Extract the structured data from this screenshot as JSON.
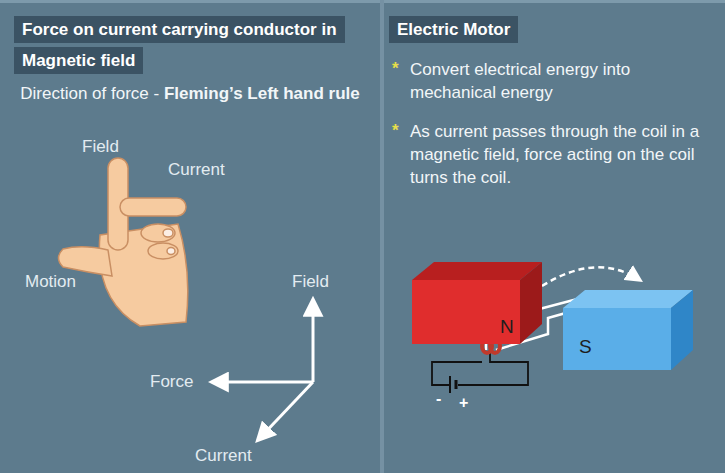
{
  "diagram": {
    "nodes": [
      {
        "text": [
          "Force on current carrying conductor in Magnetic field",
          "Direction of force -",
          "Fleming’s Left hand rule"
        ]
      },
      {
        "text": [
          "Electric Motor",
          "Convert electrical energy into mechanical energy",
          "As current passes through the coil in a magnetic field, force acting on the coil turns the coil."
        ]
      },
      {
        "text": [
          "N"
        ],
        "in": 1
      },
      {
        "text": [
          "S"
        ],
        "in": 1
      }
    ],
    "labels": [
      "Field",
      "Current",
      "Motion",
      "Field",
      "Force",
      "Current",
      "*",
      "*",
      "-",
      "+"
    ]
  }
}
